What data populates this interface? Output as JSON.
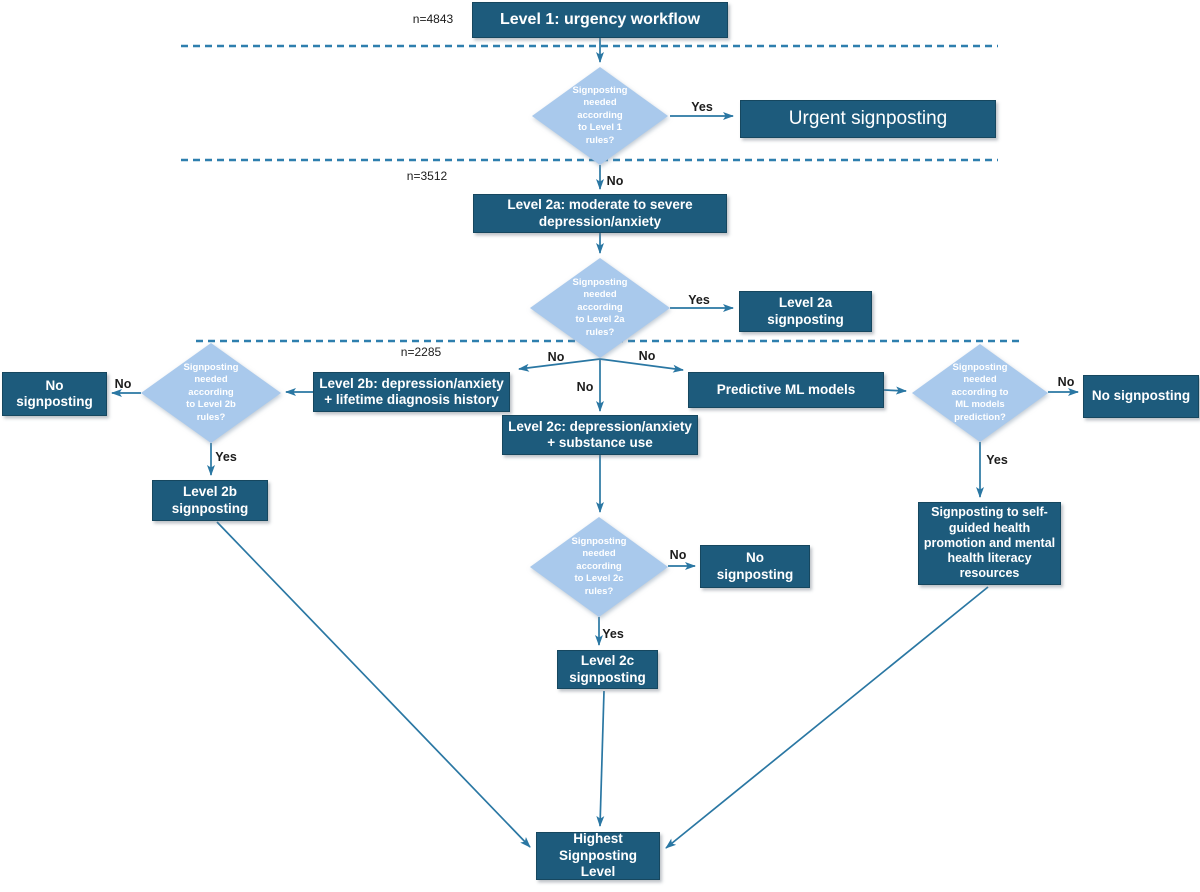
{
  "colors": {
    "node_fill": "#1d5b7c",
    "node_border": "#16475f",
    "decision_fill": "#a9c9ec",
    "connector": "#2a77a3",
    "dashed_line": "#2e7fae",
    "node_text": "#ffffff",
    "label_text": "#1c1c1c",
    "canvas": "#ffffff"
  },
  "counts": {
    "level1": "n=4843",
    "level2a": "n=3512",
    "level2b": "n=2285"
  },
  "labels": {
    "yes": "Yes",
    "no": "No"
  },
  "nodes": {
    "level1": "Level 1: urgency workflow",
    "urgent": "Urgent signposting",
    "level2a": "Level 2a: moderate to severe\ndepression/anxiety",
    "level2a_sign": "Level 2a\nsignposting",
    "level2b": "Level 2b: depression/anxiety\n+ lifetime diagnosis history",
    "level2b_sign": "Level 2b\nsignposting",
    "no_sign_left": "No\nsignposting",
    "level2c": "Level 2c: depression/anxiety\n+ substance use",
    "level2c_sign": "Level 2c\nsignposting",
    "no_sign_mid": "No\nsignposting",
    "ml": "Predictive ML models",
    "no_sign_right": "No signposting",
    "ml_sign": "Signposting to  self-\nguided health\npromotion and mental\nhealth literacy\nresources",
    "highest": "Highest\nSignposting\nLevel"
  },
  "decisions": {
    "level1": "Signposting\nneeded\naccording\nto Level 1\nrules?",
    "level2a": "Signposting\nneeded\naccording\nto Level 2a\nrules?",
    "level2b": "Signposting\nneeded\naccording\nto Level 2b\nrules?",
    "level2c": "Signposting\nneeded\naccording\nto Level 2c\nrules?",
    "ml": "Signposting\nneeded\naccording to\nML models\nprediction?"
  }
}
